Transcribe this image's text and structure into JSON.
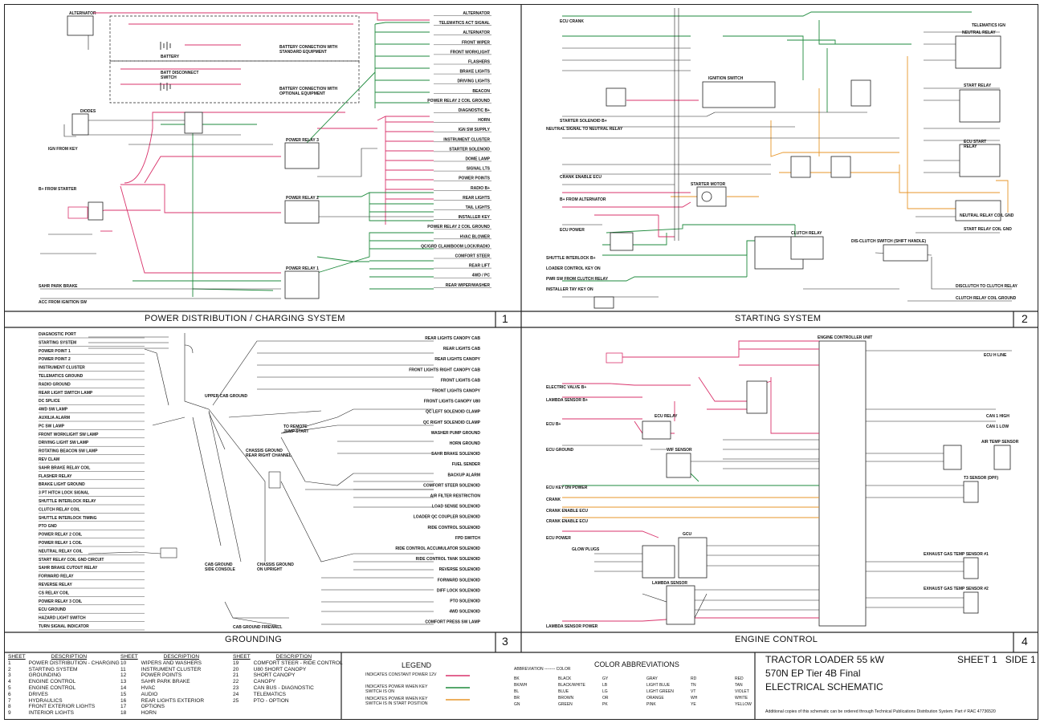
{
  "panels": {
    "p1": {
      "title": "POWER DISTRIBUTION  / CHARGING SYSTEM",
      "num": "1"
    },
    "p2": {
      "title": "STARTING SYSTEM",
      "num": "2"
    },
    "p3": {
      "title": "GROUNDING",
      "num": "3"
    },
    "p4": {
      "title": "ENGINE CONTROL",
      "num": "4"
    }
  },
  "p1_labels": {
    "alternator": "ALTERNATOR",
    "battery": "BATTERY",
    "batt_std": "BATTERY CONNECTION WITH\nSTANDARD EQUIPMENT",
    "batt_opt": "BATTERY CONNECTION WITH\nOPTIONAL EQUIPMENT",
    "batt_disc": "BATT DISCONNECT\nSWITCH",
    "relay3": "POWER RELAY 3",
    "relay2": "POWER RELAY 2",
    "relay1": "POWER RELAY 1",
    "b_starter": "B+ FROM STARTER",
    "acc_ign": "ACC FROM IGNITION SW",
    "sahr": "SAHR PARK BRAKE",
    "ign_key": "IGN FROM KEY",
    "diode": "DIODES"
  },
  "p1_right": [
    "ALTERNATOR",
    "TELEMATICS ACT SIGNAL",
    "ALTERNATOR",
    "FRONT WIPER",
    "FRONT WORKLIGHT",
    "FLASHERS",
    "BRAKE LIGHTS",
    "DRIVING LIGHTS",
    "BEACON",
    "POWER RELAY 2 COIL GROUND",
    "DIAGNOSTIC B+",
    "HORN",
    "IGN SW SUPPLY",
    "INSTRUMENT CLUSTER",
    "STARTER SOLENOID",
    "DOME LAMP",
    "SIGNAL LTS",
    "POWER POINTS",
    "RADIO B+",
    "REAR LIGHTS",
    "TAIL LIGHTS",
    "INSTALLER KEY",
    "POWER RELAY 2 COIL GROUND",
    "HVAC BLOWER",
    "QC/GRD CLAM/BOOM LOCK/RADIO",
    "COMFORT STEER",
    "REAR LIFT",
    "4WD / PC",
    "REAR WIPER/WASHER"
  ],
  "p2_labels": {
    "ecu_crank": "ECU CRANK",
    "neutral_relay": "NEUTRAL RELAY",
    "start_relay": "START RELAY",
    "ecu_start_relay": "ECU START\nRELAY",
    "ignition_switch": "IGNITION SWITCH",
    "starter_motor": "STARTER MOTOR",
    "clutch_relay": "CLUTCH RELAY",
    "dis_clutch": "DIS-CLUTCH SWITCH (SHIFT HANDLE)",
    "neutral_signal": "NEUTRAL SIGNAL TO NEUTRAL RELAY",
    "crank_enable": "CRANK ENABLE ECU",
    "b_alt": "B+ FROM ALTERNATOR",
    "ecu_power": "ECU POWER",
    "shuttle": "SHUTTLE INTERLOCK B+",
    "loader_ctrl": "LOADER CONTROL KEY ON",
    "pwr_clutch": "PWR SW FROM CLUTCH RELAY",
    "neutral_coil": "NEUTRAL RELAY COIL GND",
    "start_coil": "START RELAY COIL GND",
    "clutch_coil": "CLUTCH RELAY COIL GROUND",
    "dis_to_clutch": "DISCLUTCH TO CLUTCH RELAY",
    "telematics_ign": "TELEMATICS IGN",
    "starter_sol": "STARTER SOLENOID B+",
    "installer": "INSTALLER TAY KEY ON"
  },
  "p3_left": [
    "DIAGNOSTIC PORT",
    "STARTING SYSTEM",
    "POWER POINT 1",
    "POWER POINT 2",
    "INSTRUMENT CLUSTER",
    "TELEMATICS GROUND",
    "RADIO GROUND",
    "REAR LIGHT SWITCH LAMP",
    "DC SPLICE",
    "4WD SW LAMP",
    "AUXILIA ALARM",
    "PC SW LAMP",
    "FRONT WORKLIGHT SW LAMP",
    "DRIVING LIGHT SW LAMP",
    "ROTATING BEACON SW LAMP",
    "REV CLAM",
    "SAHR BRAKE RELAY COIL",
    "FLASHER RELAY",
    "BRAKE LIGHT GROUND",
    "3 PT HITCH LOCK SIGNAL",
    "SHUTTLE INTERLOCK RELAY",
    "CLUTCH RELAY COIL",
    "SHUTTLE INTERLOCK TIMING",
    "PTO GND",
    "POWER RELAY 2 COIL",
    "POWER RELAY 1 COIL",
    "NEUTRAL RELAY COIL",
    "START RELAY COIL GND CIRCUIT",
    "SAHR BRAKE CUTOUT RELAY",
    "FORWARD RELAY",
    "REVERSE RELAY",
    "CS RELAY COIL",
    "POWER RELAY 3 COIL",
    "ECU GROUND",
    "HAZARD LIGHT SWITCH",
    "TURN SIGNAL INDICATOR"
  ],
  "p3_right": [
    "REAR LIGHTS CANOPY CAB",
    "REAR LIGHTS CAB",
    "REAR LIGHTS CANOPY",
    "FRONT LIGHTS RIGHT CANOPY CAB",
    "FRONT LIGHTS CAB",
    "FRONT LIGHTS CANOPY",
    "FRONT LIGHTS CANOPY U80",
    "QC LEFT SOLENOID CLAMP",
    "QC RIGHT SOLENOID CLAMP",
    "WASHER PUMP GROUND",
    "HORN GROUND",
    "SAHR BRAKE SOLENOID",
    "FUEL SENDER",
    "BACKUP ALARM",
    "COMFORT STEER SOLENOID",
    "AIR FILTER RESTRICTION",
    "LOAD SENSE SOLENOID",
    "LOADER QC COUPLER SOLENOID",
    "RIDE CONTROL SOLENOID",
    "FPD SWITCH",
    "RIDE CONTROL ACCUMULATOR SOLENOID",
    "RIDE CONTROL TANK SOLENOID",
    "REVERSE SOLENOID",
    "FORWARD SOLENOID",
    "DIFF LOCK SOLENOID",
    "PTO SOLENOID",
    "4WD SOLENOID",
    "COMFORT PRESS SW LAMP"
  ],
  "p3_labels": {
    "upper_cab": "UPPER CAB GROUND",
    "remote_jump": "TO REMOTE\nJUMP START",
    "chassis_grd": "CHASSIS GROUND\nREAR RIGHT CHANNEL",
    "cab_grd": "CAB GROUND\nSIDE CONSOLE",
    "chassis_upr": "CHASSIS GROUND\nON UPRIGHT",
    "cab_firewall": "CAB GROUND FIREWALL"
  },
  "p4_labels": {
    "ecu": "ENGINE CONTROLLER UNIT",
    "electric_valve": "ELECTRIC VALVE B+",
    "lambda_b": "LAMBDA SENSOR B+",
    "ecu_relay": "ECU RELAY",
    "ecu_b": "ECU B+",
    "ecu_ground": "ECU GROUND",
    "wif": "WIF SENSOR",
    "ecu_key": "ECU KEY ON POWER",
    "crank": "CRANK",
    "crank_enable": "CRANK ENABLE ECU",
    "crank_enable2": "CRANK ENABLE ECU",
    "ecu_power": "ECU POWER",
    "glow": "GLOW PLUGS",
    "gcu": "GCU",
    "lambda": "LAMBDA SENSOR",
    "lambda_power": "LAMBDA SENSOR POWER",
    "can_h": "ECU H LINE",
    "can1h": "CAN 1 HIGH",
    "can1l": "CAN 1 LOW",
    "air_temp": "AIR TEMP SENSOR",
    "t3": "T3 SENSOR (DPF)",
    "egt1": "EXHAUST GAS TEMP SENSOR #1",
    "egt2": "EXHAUST GAS TEMP SENSOR #2"
  },
  "sheets": {
    "headers": [
      "SHEET",
      "DESCRIPTION"
    ],
    "col1": [
      [
        "1",
        "POWER DISTRIBUTION - CHARGING"
      ],
      [
        "2",
        "STARTING SYSTEM"
      ],
      [
        "3",
        "GROUNDING"
      ],
      [
        "4",
        "ENGINE CONTROL"
      ],
      [
        "5",
        "ENGINE CONTROL"
      ],
      [
        "6",
        "DRIVES"
      ],
      [
        "7",
        "HYDRAULICS"
      ],
      [
        "8",
        "FRONT EXTERIOR LIGHTS"
      ],
      [
        "9",
        "INTERIOR LIGHTS"
      ]
    ],
    "col2": [
      [
        "10",
        "WIPERS AND WASHERS"
      ],
      [
        "11",
        "INSTRUMENT CLUSTER"
      ],
      [
        "12",
        "POWER POINTS"
      ],
      [
        "13",
        "SAHR PARK BRAKE"
      ],
      [
        "14",
        "HVAC"
      ],
      [
        "15",
        "AUDIO"
      ],
      [
        "16",
        "REAR LIGHTS EXTERIOR"
      ],
      [
        "17",
        "OPTIONS"
      ],
      [
        "18",
        "HORN"
      ]
    ],
    "col3": [
      [
        "19",
        "COMFORT STEER - RIDE CONTROL"
      ],
      [
        "20",
        "U80 SHORT CANOPY"
      ],
      [
        "21",
        "SHORT CANOPY"
      ],
      [
        "22",
        "CANOPY"
      ],
      [
        "23",
        "CAN BUS - DIAGNOSTIC"
      ],
      [
        "24",
        "TELEMATICS"
      ],
      [
        "25",
        "PTO - OPTION"
      ]
    ]
  },
  "legend": {
    "title": "LEGEND",
    "rows": [
      {
        "text": "INDICATES CONSTANT POWER 12V",
        "color": "#d9336b"
      },
      {
        "text": "INDICATES POWER WHEN KEY\nSWITCH IS ON",
        "color": "#1e8a3c"
      },
      {
        "text": "INDICATES POWER WHEN KEY\nSWITCH IS IN START POSITION",
        "color": "#e7962a"
      }
    ]
  },
  "abbrev": {
    "title": "COLOR ABBREVIATIONS",
    "header": "ABBREVIATION -------- COLOR",
    "col1": [
      [
        "BK",
        "BLACK"
      ],
      [
        "BK/WH",
        "BLACK/WHITE"
      ],
      [
        "BL",
        "BLUE"
      ],
      [
        "BR",
        "BROWN"
      ],
      [
        "GN",
        "GREEN"
      ]
    ],
    "col2": [
      [
        "GY",
        "GRAY"
      ],
      [
        "LB",
        "LIGHT BLUE"
      ],
      [
        "LG",
        "LIGHT GREEN"
      ],
      [
        "OR",
        "ORANGE"
      ],
      [
        "PK",
        "PINK"
      ]
    ],
    "col3": [
      [
        "RD",
        "RED"
      ],
      [
        "TN",
        "TAN"
      ],
      [
        "VT",
        "VIOLET"
      ],
      [
        "WH",
        "WHITE"
      ],
      [
        "YE",
        "YELLOW"
      ]
    ]
  },
  "title_block": {
    "line1": "TRACTOR LOADER 55 kW",
    "line2": "570N EP Tier 4B Final",
    "line3": "ELECTRICAL SCHEMATIC",
    "sheet": "SHEET 1   SIDE 1",
    "note": "Additional copies of this schematic can be ordered through Technical Publications Distribution System. Part # RAC 47736520"
  },
  "colors": {
    "red": "#d9336b",
    "green": "#1e8a3c",
    "orange": "#e7962a",
    "black": "#222222"
  }
}
